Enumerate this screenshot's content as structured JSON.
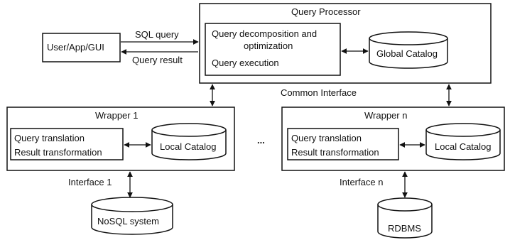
{
  "query_processor": {
    "title": "Query Processor",
    "inner_line1": "Query decomposition and",
    "inner_line2": "optimization",
    "inner_line3": "Query execution",
    "global_catalog": "Global Catalog"
  },
  "user_app": "User/App/GUI",
  "sql_query": "SQL query",
  "query_result": "Query result",
  "common_interface": "Common Interface",
  "wrapper1": {
    "title": "Wrapper 1",
    "line1": "Query translation",
    "line2": "Result transformation",
    "catalog": "Local Catalog"
  },
  "wrappern": {
    "title": "Wrapper n",
    "line1": "Query translation",
    "line2": "Result transformation",
    "catalog": "Local Catalog"
  },
  "ellipsis": "...",
  "interface1": "Interface 1",
  "interfacen": "Interface n",
  "nosql": "NoSQL system",
  "rdbms": "RDBMS"
}
